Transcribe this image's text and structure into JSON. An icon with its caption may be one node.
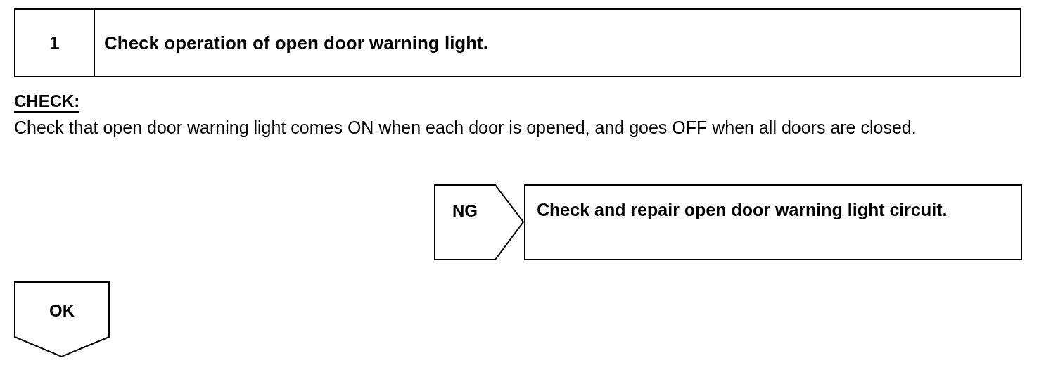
{
  "diagram": {
    "nodes": [
      {
        "text": [
          "1",
          "Check operation of open door warning light."
        ]
      },
      {
        "text": [
          "NG"
        ]
      },
      {
        "text": [
          "Check and repair open door warning light circuit."
        ]
      },
      {
        "text": [
          "OK"
        ]
      }
    ],
    "labels": [
      "CHECK:",
      "Check that open door warning light comes ON when each door is opened, and goes OFF when all doors are closed."
    ]
  }
}
